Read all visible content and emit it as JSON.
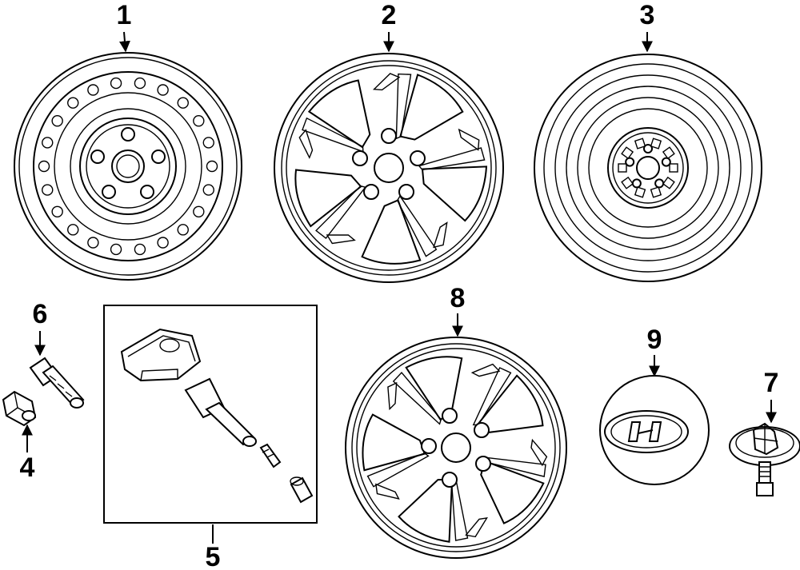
{
  "callouts": [
    {
      "id": "1",
      "part": "steel-wheel"
    },
    {
      "id": "2",
      "part": "alloy-wheel"
    },
    {
      "id": "3",
      "part": "spare-wheel"
    },
    {
      "id": "4",
      "part": "lug-nut"
    },
    {
      "id": "5",
      "part": "tire-pressure-sensor-kit"
    },
    {
      "id": "6",
      "part": "wheel-stud"
    },
    {
      "id": "7",
      "part": "center-cap-clip"
    },
    {
      "id": "8",
      "part": "wheel-cover"
    },
    {
      "id": "9",
      "part": "center-cap"
    }
  ],
  "colors": {
    "line": "#000000",
    "background": "#ffffff"
  }
}
